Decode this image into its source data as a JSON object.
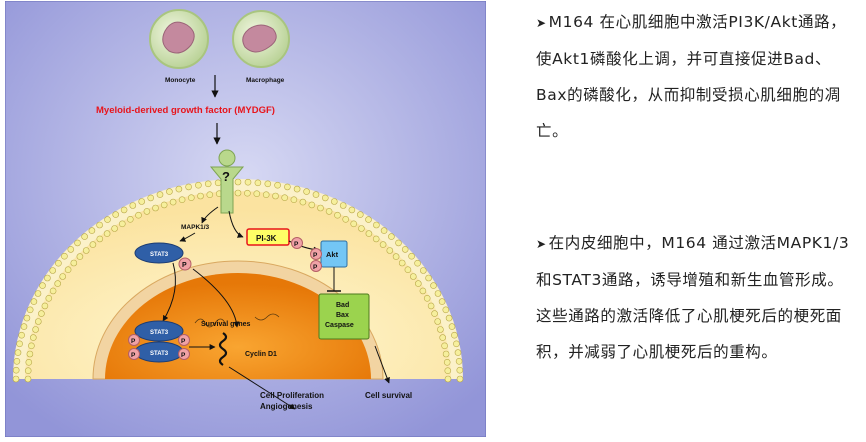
{
  "diagram": {
    "cells": {
      "monocyte": "Monocyte",
      "macrophage": "Macrophage"
    },
    "growth_factor": "Myeloid-derived growth factor (MYDGF)",
    "receptor_unknown": "?",
    "pathway": {
      "mapk": "MAPK1/3",
      "stat3_top": "STAT3",
      "stat3_a": "STAT3",
      "stat3_b": "STAT3",
      "pi3k": "PI-3K",
      "akt": "Akt",
      "phospho": "P",
      "bad": "Bad",
      "bax": "Bax",
      "caspase": "Caspase",
      "survival_genes": "Survival genes",
      "cyclin_d1": "Cyclin D1"
    },
    "outcomes": {
      "proliferation": "Cell Proliferation",
      "angiogenesis": "Angiogenesis",
      "survival": "Cell  survival"
    },
    "colors": {
      "background": "#9b9fdc",
      "nucleus": "#f28a12",
      "membrane_dot": "#f6ef9c",
      "pi3k_fill": "#ffff66",
      "pi3k_border": "#e8141b",
      "akt_fill": "#73c6f5",
      "caspase_fill": "#9bd34e",
      "title_red": "#e8141b"
    }
  },
  "text": {
    "bullet": "➤",
    "para1": "M164 在心肌细胞中激活PI3K/Akt通路，使Akt1磷酸化上调，并可直接促进Bad、Bax的磷酸化，从而抑制受损心肌细胞的凋亡。",
    "para2": "在内皮细胞中，M164 通过激活MAPK1/3和STAT3通路，诱导增殖和新生血管形成。这些通路的激活降低了心肌梗死后的梗死面积，并减弱了心肌梗死后的重构。"
  }
}
